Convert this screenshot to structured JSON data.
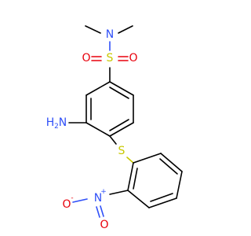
{
  "colors": {
    "carbon_bond": "#000000",
    "nitrogen": "#3050f8",
    "oxygen": "#e8000b",
    "sulfur": "#c8c800",
    "background": "#ffffff"
  },
  "atoms": {
    "n_dimethyl": "N",
    "s_sulfonyl": "S",
    "o_sulfonyl_left": "O",
    "o_sulfonyl_right": "O",
    "n_amino_h": "H",
    "n_amino_2": "2",
    "n_amino_n": "N",
    "s_thioether": "S",
    "n_nitro": "N",
    "n_nitro_charge": "+",
    "o_nitro_single": "O",
    "o_nitro_charge": "-",
    "o_nitro_double": "O"
  }
}
